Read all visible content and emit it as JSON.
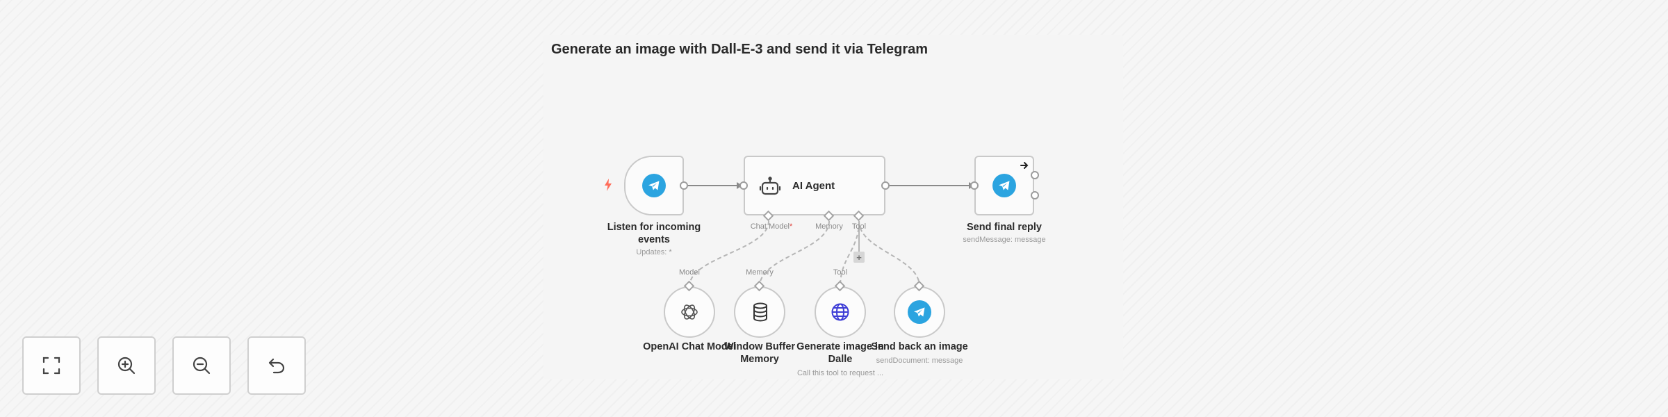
{
  "sticky": {
    "title": "Generate an image with Dall-E-3 and send it via Telegram"
  },
  "nodes": {
    "trigger": {
      "label_line1": "Listen for incoming",
      "label_line2": "events",
      "sublabel": "Updates: *",
      "icon": "telegram-icon"
    },
    "agent": {
      "label": "AI Agent",
      "icon": "robot-icon",
      "ports": {
        "chat_model": "Chat Model",
        "required_mark": "*",
        "memory": "Memory",
        "tool": "Tool"
      }
    },
    "reply": {
      "label": "Send final reply",
      "sublabel": "sendMessage: message",
      "icon": "telegram-icon"
    },
    "openai": {
      "label": "OpenAI Chat Model",
      "port": "Model",
      "icon": "openai-icon"
    },
    "memory": {
      "label_line1": "Window Buffer",
      "label_line2": "Memory",
      "port": "Memory",
      "icon": "database-icon"
    },
    "dalle": {
      "label_line1": "Generate image in",
      "label_line2": "Dalle",
      "sublabel": "Call this tool to request ...",
      "port": "Tool",
      "icon": "globe-icon"
    },
    "send_image": {
      "label": "Send back an image",
      "sublabel": "sendDocument: message",
      "icon": "telegram-icon"
    },
    "add_tool": {
      "label": "+"
    }
  },
  "controls": [
    {
      "name": "zoom-to-fit",
      "icon": "fullscreen-icon"
    },
    {
      "name": "zoom-in",
      "icon": "zoom-in-icon"
    },
    {
      "name": "zoom-out",
      "icon": "zoom-out-icon"
    },
    {
      "name": "reset-zoom",
      "icon": "undo-icon"
    }
  ],
  "colors": {
    "telegram": "#2ba4e0",
    "trigger_bolt": "#ff6d5a",
    "globe": "#3d3cd6",
    "node_border": "#c9c9c9"
  }
}
